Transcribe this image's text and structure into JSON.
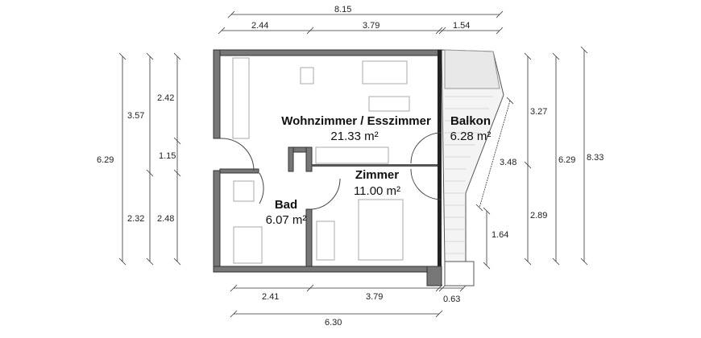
{
  "rooms": [
    {
      "name": "Wohnzimmer / Esszimmer",
      "area": "21.33 m²"
    },
    {
      "name": "Balkon",
      "area": "6.28 m²"
    },
    {
      "name": "Zimmer",
      "area": "11.00 m²"
    },
    {
      "name": "Bad",
      "area": "6.07 m²"
    }
  ],
  "dimensions": {
    "top_total": "8.15",
    "top": [
      "2.44",
      "3.79",
      "1.54"
    ],
    "left_outer": "6.29",
    "left_mid": [
      "3.57",
      "2.32"
    ],
    "left_inner": [
      "2.42",
      "1.15",
      "2.48"
    ],
    "right_inner": [
      "3.27",
      "2.89"
    ],
    "right_mid": "6.29",
    "right_outer": "8.33",
    "balcony_diag": "3.48",
    "balcony_low": "1.64",
    "bottom": [
      "2.41",
      "3.79",
      "0.63"
    ],
    "bottom_total": "6.30"
  }
}
